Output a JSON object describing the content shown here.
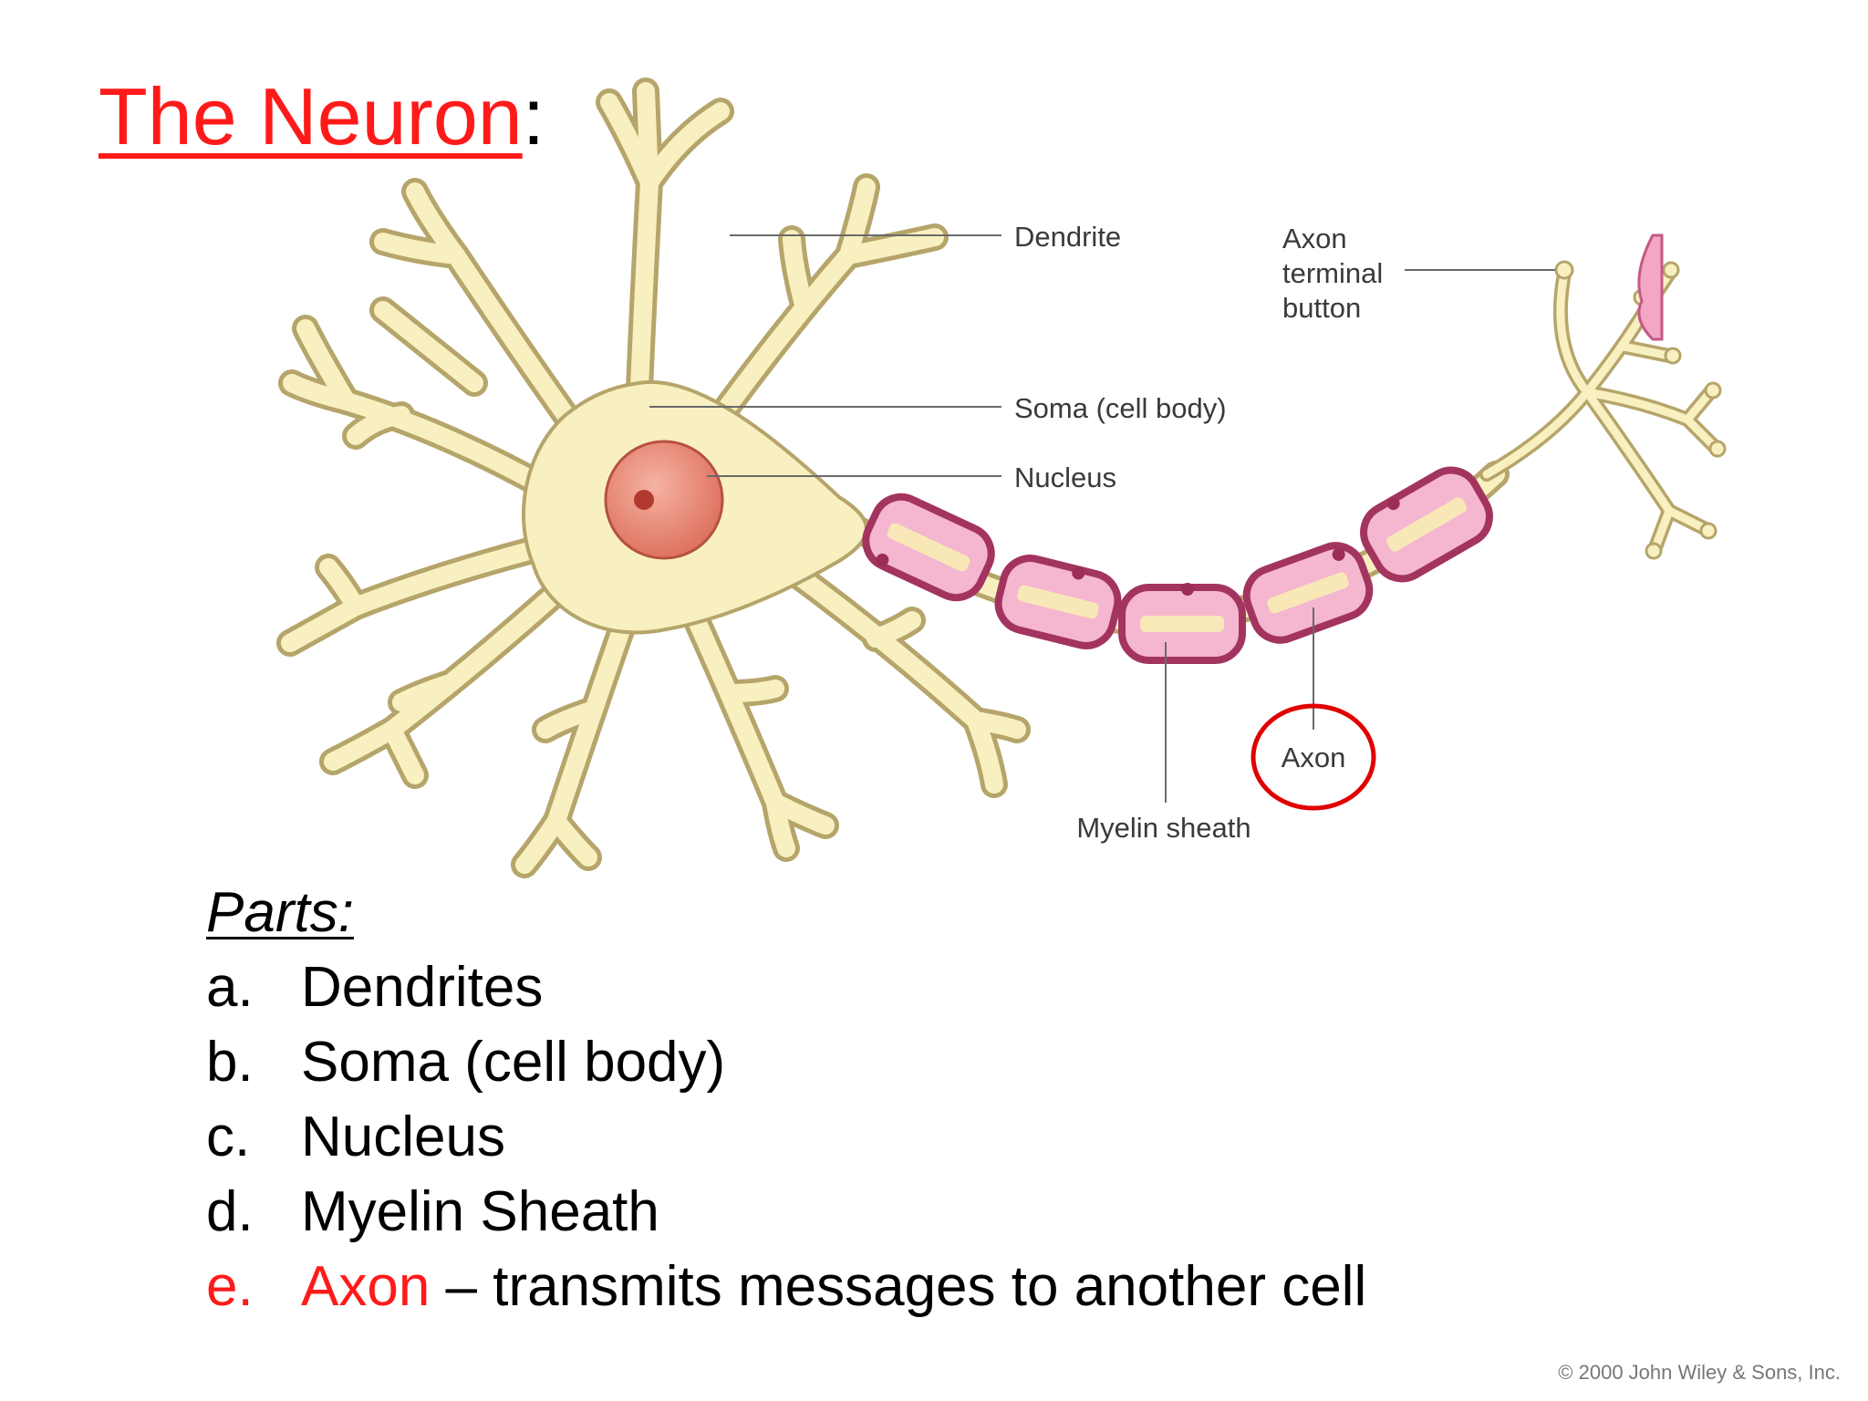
{
  "slide": {
    "title": "The Neuron",
    "title_suffix": ":"
  },
  "diagram": {
    "labels": {
      "dendrite": "Dendrite",
      "axon_terminal_1": "Axon",
      "axon_terminal_2": "terminal",
      "axon_terminal_3": "button",
      "soma": "Soma (cell body)",
      "nucleus": "Nucleus",
      "axon": "Axon",
      "myelin": "Myelin sheath"
    }
  },
  "parts": {
    "heading": "Parts:",
    "items": [
      {
        "letter": "a.",
        "name": "Dendrites",
        "desc": ""
      },
      {
        "letter": "b.",
        "name": "Soma (cell body)",
        "desc": ""
      },
      {
        "letter": "c.",
        "name": "Nucleus",
        "desc": ""
      },
      {
        "letter": "d.",
        "name": "Myelin Sheath",
        "desc": ""
      },
      {
        "letter": "e.",
        "name": "Axon",
        "desc": " – transmits messages to another cell"
      }
    ]
  },
  "copyright": "© 2000 John Wiley & Sons, Inc.",
  "colors": {
    "title_red": "#ff1a1a",
    "cell_fill": "#f8f0c0",
    "cell_stroke": "#b6a56a",
    "nucleus_fill": "#ec8a78",
    "myelin_fill": "#f5b6cf",
    "myelin_stroke": "#a3345f",
    "axon_circle": "#e00000"
  }
}
